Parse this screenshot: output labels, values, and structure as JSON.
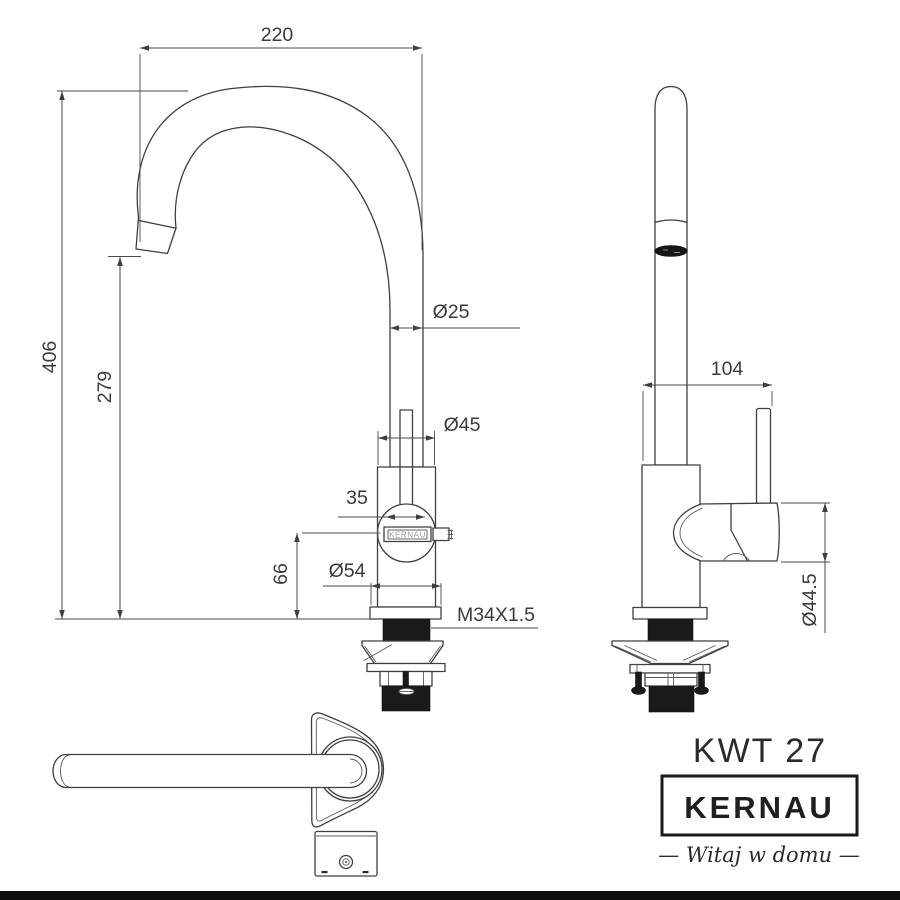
{
  "front_view": {
    "dims": {
      "top_width": "220",
      "total_height": "406",
      "spout_height": "279",
      "spout_diameter": "Ø25",
      "body_diameter": "Ø45",
      "cartridge_width": "35",
      "flange_diameter": "Ø54",
      "base_height": "66",
      "thread": "M34X1.5"
    },
    "body_logo": "KERNAU"
  },
  "side_view": {
    "dims": {
      "depth": "104",
      "handle_diameter": "Ø44.5"
    }
  },
  "branding": {
    "model": "KWT 27",
    "brand": "KERNAU",
    "tagline": "—  Witaj w domu  —"
  },
  "colors": {
    "line": "#3f3f3f",
    "thread_fill": "#1a1a1a",
    "background": "#ffffff",
    "footer_bar": "#0d0d0d"
  }
}
